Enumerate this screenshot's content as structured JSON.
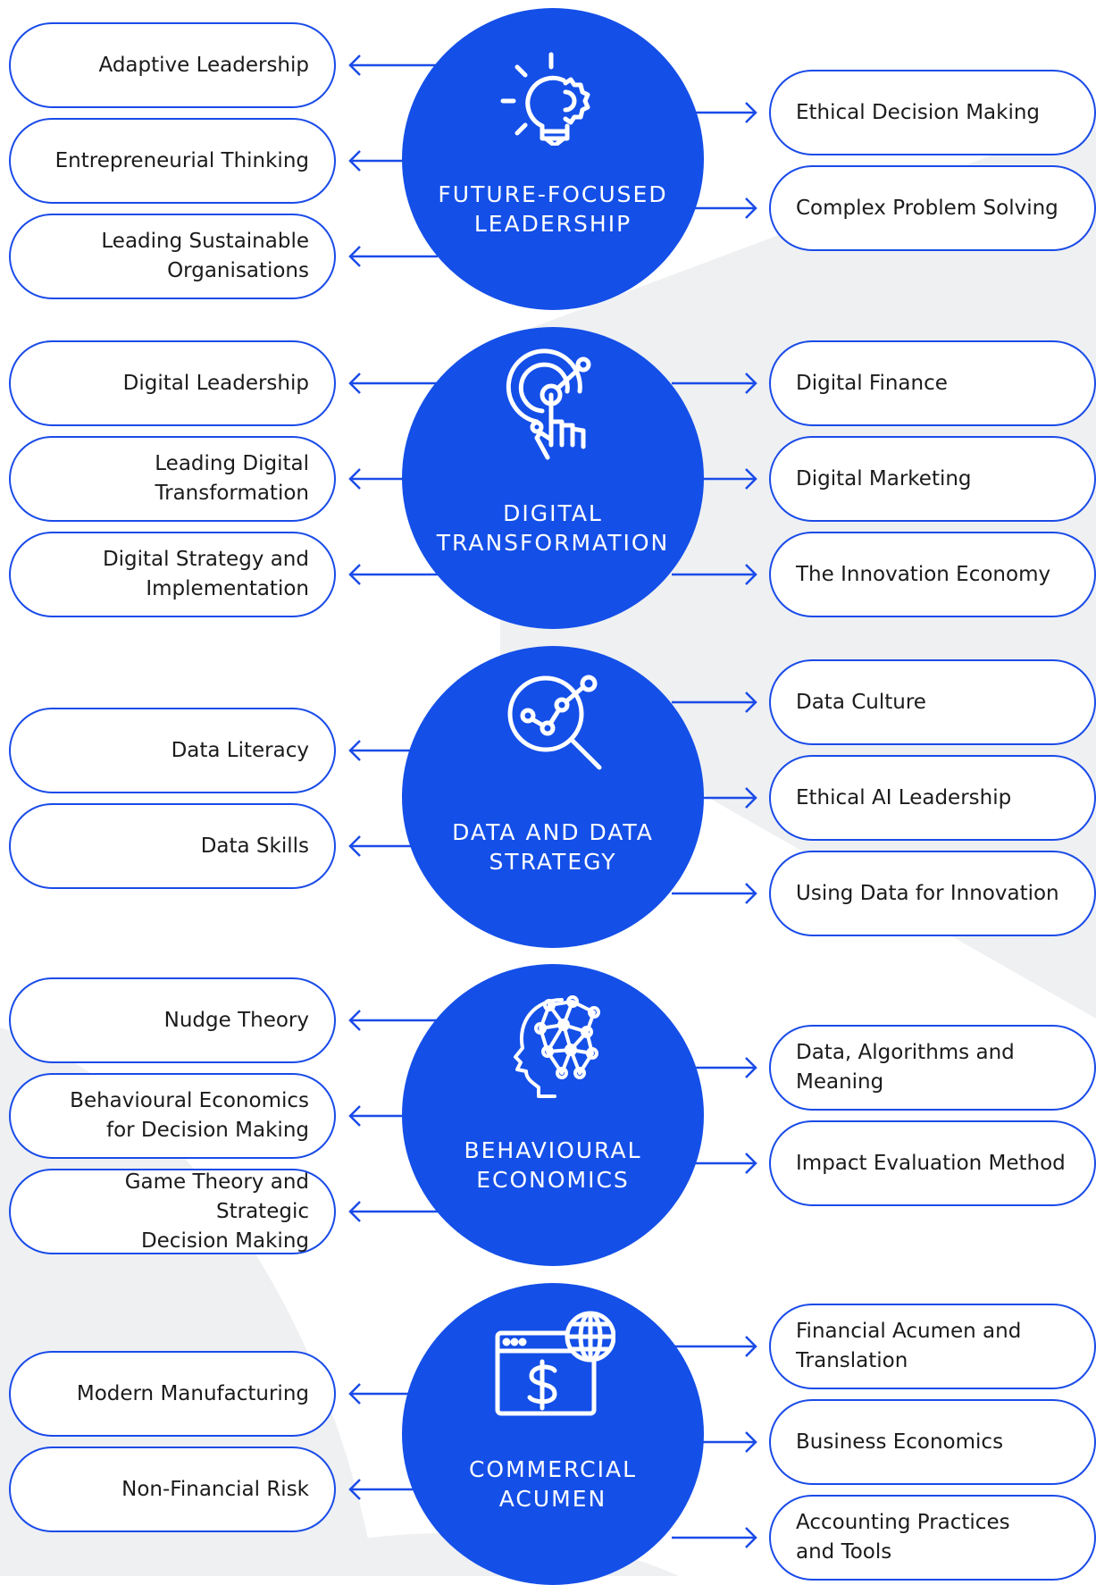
{
  "colors": {
    "accent": "#144fe8",
    "line": "#1a4be8",
    "background_shape": "#eef0f2"
  },
  "sections": [
    {
      "title_lines": [
        "FUTURE-FOCUSED",
        "LEADERSHIP"
      ],
      "icon": "lightbulb-gear-icon",
      "left": [
        "Adaptive Leadership",
        "Entrepreneurial Thinking",
        "Leading Sustainable\nOrganisations"
      ],
      "right": [
        "Ethical Decision Making",
        "Complex Problem Solving"
      ]
    },
    {
      "title_lines": [
        "DIGITAL",
        "TRANSFORMATION"
      ],
      "icon": "touch-target-icon",
      "left": [
        "Digital Leadership",
        "Leading Digital\nTransformation",
        "Digital Strategy and\nImplementation"
      ],
      "right": [
        "Digital Finance",
        "Digital Marketing",
        "The Innovation Economy"
      ]
    },
    {
      "title_lines": [
        "DATA AND DATA",
        "STRATEGY"
      ],
      "icon": "magnifier-chart-icon",
      "left": [
        "Data Literacy",
        "Data Skills"
      ],
      "right": [
        "Data Culture",
        "Ethical AI Leadership",
        "Using Data for Innovation"
      ]
    },
    {
      "title_lines": [
        "BEHAVIOURAL",
        "ECONOMICS"
      ],
      "icon": "head-network-icon",
      "left": [
        "Nudge Theory",
        "Behavioural Economics\nfor Decision Making",
        "Game Theory and Strategic\nDecision Making"
      ],
      "right": [
        "Data, Algorithms and\nMeaning",
        "Impact Evaluation Method"
      ]
    },
    {
      "title_lines": [
        "COMMERCIAL",
        "ACUMEN"
      ],
      "icon": "dollar-browser-globe-icon",
      "left": [
        "Modern Manufacturing",
        "Non-Financial Risk"
      ],
      "right": [
        "Financial Acumen and\nTranslation",
        "Business Economics",
        "Accounting Practices\nand Tools"
      ]
    }
  ]
}
